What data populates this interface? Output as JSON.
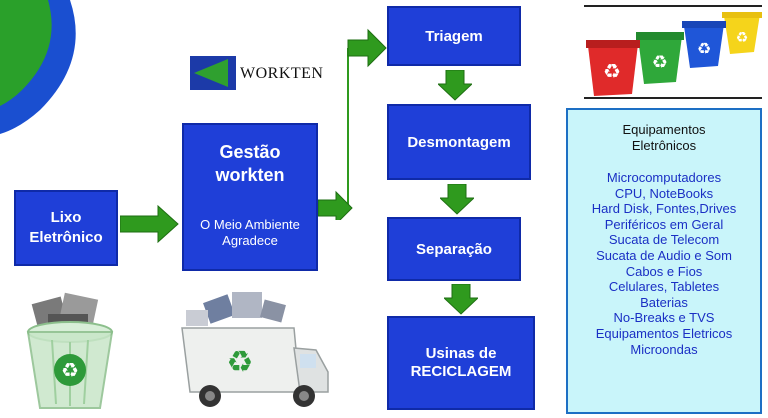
{
  "logo": {
    "text": "WORKTEN"
  },
  "boxes": {
    "lixo": "Lixo\nEletrônico",
    "gestao_title": "Gestão\nworkten",
    "gestao_sub": "O Meio Ambiente\nAgradece",
    "triagem": "Triagem",
    "desmontagem": "Desmontagem",
    "separacao": "Separação",
    "usinas": "Usinas de\nRECICLAGEM"
  },
  "equipamentos": {
    "title": "Equipamentos\nEletrônicos",
    "items": [
      "Microcomputadores",
      "CPU, NoteBooks",
      "Hard Disk, Fontes,Drives",
      "Periféricos em Geral",
      "Sucata de Telecom",
      "Sucata de Audio e Som",
      "Cabos e Fios",
      "Celulares, Tabletes",
      "Baterias",
      "No-Breaks e TVS",
      "Equipamentos Eletricos",
      "Microondas"
    ]
  },
  "colors": {
    "box_blue": "#1f3fd8",
    "arrow_green": "#2f9a1e",
    "info_bg": "#c9f5fa",
    "recycle_green": "#2e9a3a"
  },
  "icons": [
    "recycle-bin-icon",
    "recycle-truck-icon",
    "recycle-bins-icon",
    "workten-logo"
  ]
}
